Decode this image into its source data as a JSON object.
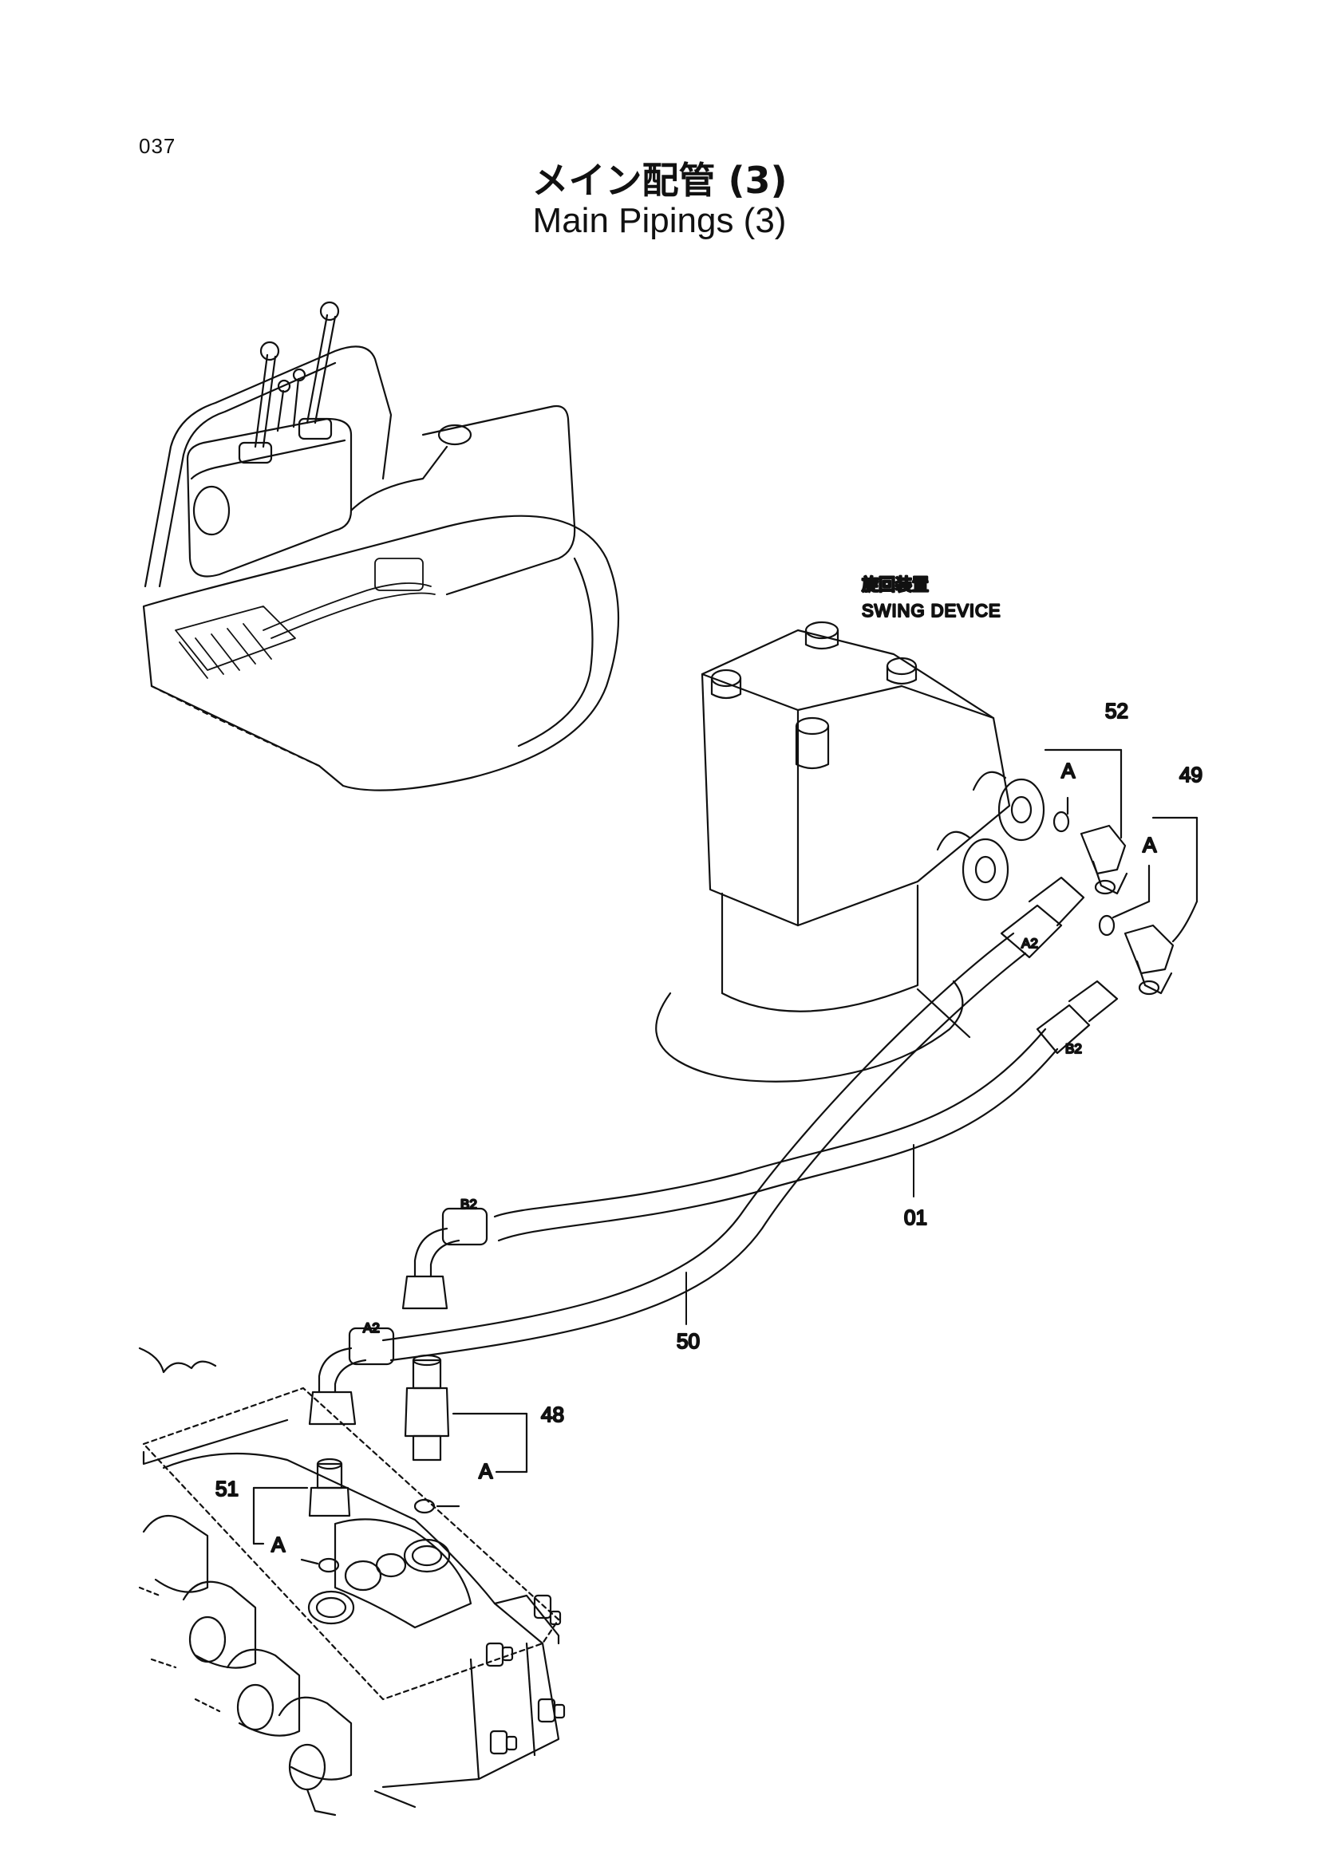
{
  "header": {
    "page_number": "037",
    "title_jp": "メイン配管 (3)",
    "title_en": "Main Pipings (3)"
  },
  "annotations": {
    "swing_device_jp": "旋回装置",
    "swing_device_en": "SWING DEVICE"
  },
  "callouts": {
    "part_52": "52",
    "part_49": "49",
    "part_01": "01",
    "part_50": "50",
    "part_48": "48",
    "part_51": "51",
    "ref_a": "A",
    "port_a2": "A2",
    "port_b2": "B2"
  }
}
